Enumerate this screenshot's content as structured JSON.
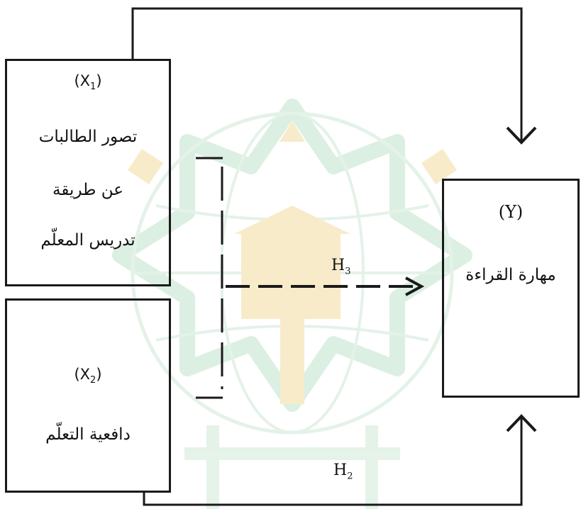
{
  "x1": {
    "code": "X",
    "sub": "1",
    "lines": [
      "تصور الطالبات",
      "عن طريقة",
      "تدريس المعلّم"
    ]
  },
  "x2": {
    "code": "X",
    "sub": "2",
    "lines": [
      "دافعية التعلّم"
    ]
  },
  "y": {
    "code": "Y",
    "label": "مهارة القراءة"
  },
  "hypotheses": {
    "h2": {
      "letter": "H",
      "sub": "2"
    },
    "h3": {
      "letter": "H",
      "sub": "3"
    }
  },
  "colors": {
    "line": "#1a1a1a",
    "watermark_green": "#bfe3cb",
    "watermark_gold": "#f4dca0"
  },
  "icons": [
    "university-logo-watermark"
  ]
}
